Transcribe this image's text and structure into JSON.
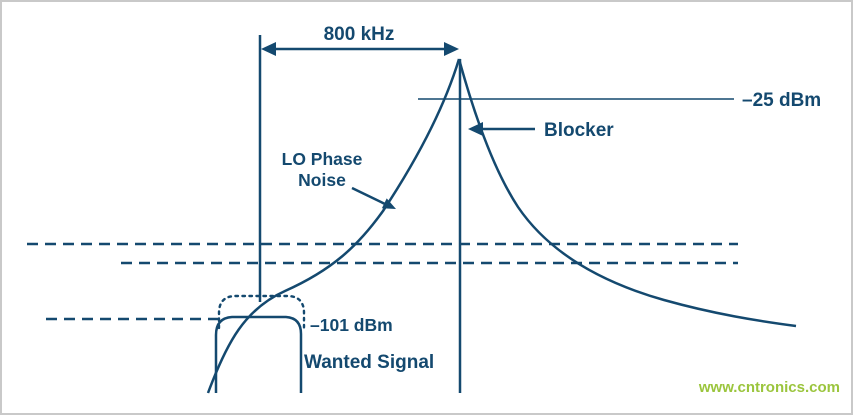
{
  "colors": {
    "line": "#14496f",
    "watermark": "#9bc53d",
    "background": "#ffffff",
    "border": "#c9c9c9"
  },
  "labels": {
    "offset": "800 kHz",
    "blocker_level": "–25 dBm",
    "blocker": "Blocker",
    "lo_phase_noise_line1": "LO Phase",
    "lo_phase_noise_line2": "Noise",
    "wanted_level": "–101 dBm",
    "wanted_signal": "Wanted Signal",
    "watermark": "www.cntronics.com"
  }
}
